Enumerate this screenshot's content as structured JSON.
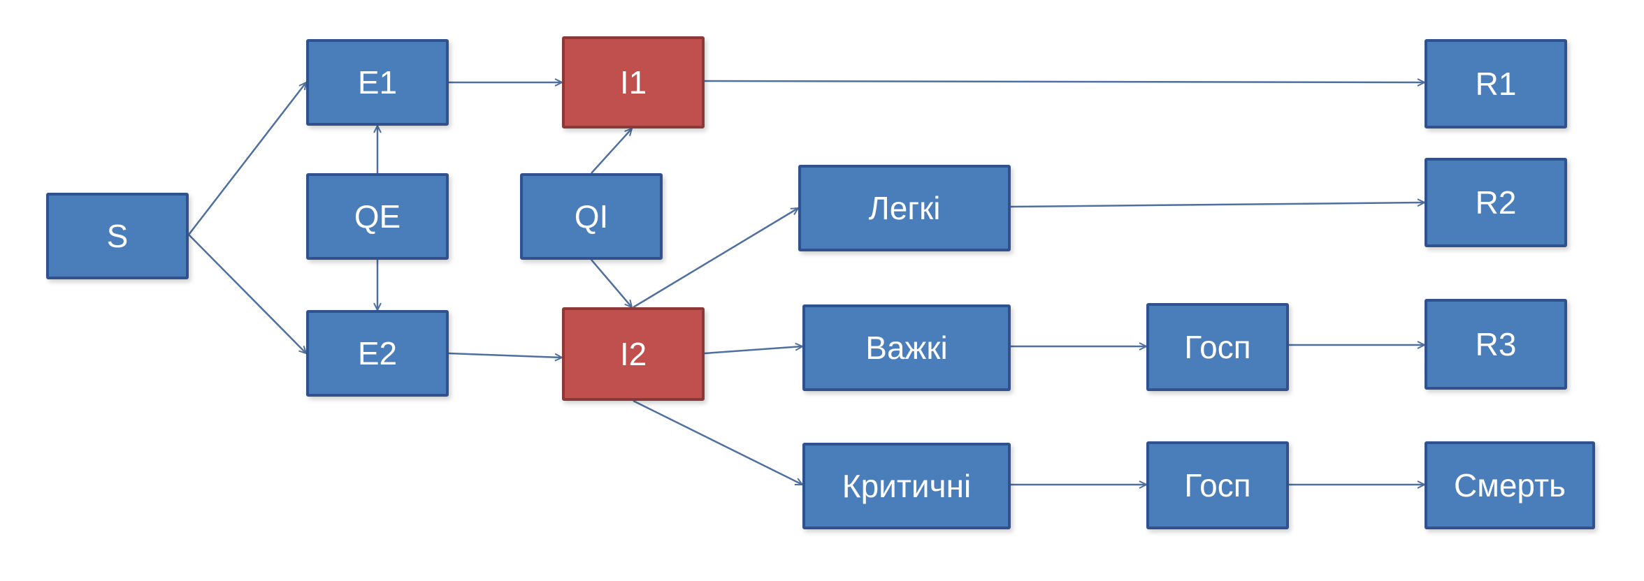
{
  "colors": {
    "node_fill_blue": "#4a7ebb",
    "node_border_blue": "#2f528f",
    "node_fill_red": "#c0504d",
    "node_border_red": "#8c3836",
    "arrow": "#4f6f9f"
  },
  "nodes": {
    "s": {
      "label": "S",
      "color": "blue"
    },
    "e1": {
      "label": "E1",
      "color": "blue"
    },
    "qe": {
      "label": "QE",
      "color": "blue"
    },
    "e2": {
      "label": "E2",
      "color": "blue"
    },
    "i1": {
      "label": "I1",
      "color": "red"
    },
    "qi": {
      "label": "QI",
      "color": "blue"
    },
    "i2": {
      "label": "I2",
      "color": "red"
    },
    "mild": {
      "label": "Легкі",
      "color": "blue"
    },
    "severe": {
      "label": "Важкі",
      "color": "blue"
    },
    "critical": {
      "label": "Критичні",
      "color": "blue"
    },
    "hosp1": {
      "label": "Госп",
      "color": "blue"
    },
    "hosp2": {
      "label": "Госп",
      "color": "blue"
    },
    "r1": {
      "label": "R1",
      "color": "blue"
    },
    "r2": {
      "label": "R2",
      "color": "blue"
    },
    "r3": {
      "label": "R3",
      "color": "blue"
    },
    "death": {
      "label": "Смерть",
      "color": "blue"
    }
  },
  "edges": [
    {
      "from": "s",
      "to": "e1"
    },
    {
      "from": "s",
      "to": "e2"
    },
    {
      "from": "qe",
      "to": "e1"
    },
    {
      "from": "qe",
      "to": "e2"
    },
    {
      "from": "e1",
      "to": "i1"
    },
    {
      "from": "e2",
      "to": "i2"
    },
    {
      "from": "qi",
      "to": "i1"
    },
    {
      "from": "qi",
      "to": "i2"
    },
    {
      "from": "i1",
      "to": "r1"
    },
    {
      "from": "i2",
      "to": "mild"
    },
    {
      "from": "i2",
      "to": "severe"
    },
    {
      "from": "i2",
      "to": "critical"
    },
    {
      "from": "mild",
      "to": "r2"
    },
    {
      "from": "severe",
      "to": "hosp1"
    },
    {
      "from": "hosp1",
      "to": "r3"
    },
    {
      "from": "critical",
      "to": "hosp2"
    },
    {
      "from": "hosp2",
      "to": "death"
    }
  ]
}
